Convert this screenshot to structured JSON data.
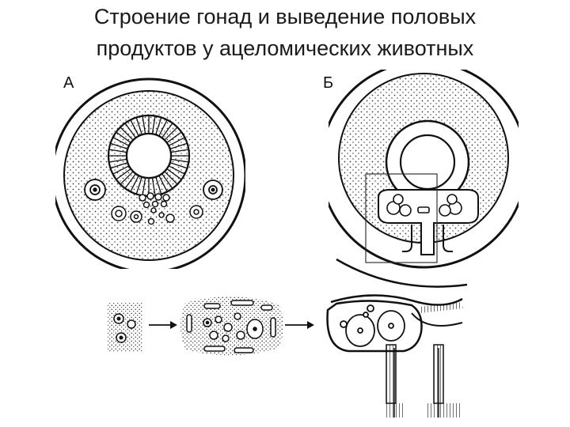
{
  "slide": {
    "title_line1": "Строение гонад и выведение половых",
    "title_line2": "продуктов у ацеломических животных",
    "label_a": "А",
    "label_b": "Б"
  },
  "colors": {
    "ink": "#111111",
    "stipple": "#333333",
    "background": "#ffffff"
  }
}
